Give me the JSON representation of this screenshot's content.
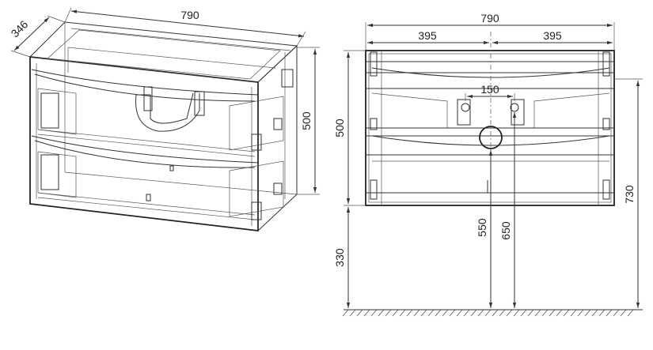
{
  "perspective_view": {
    "width_label": "790",
    "depth_label": "346",
    "height_label": "500"
  },
  "front_view": {
    "total_width_label": "790",
    "half_left_label": "395",
    "half_right_label": "395",
    "tap_spacing_label": "150",
    "body_height_label": "500",
    "mount_height_label": "330",
    "drain_height_label": "550",
    "tap_height_label": "650",
    "top_height_label": "730"
  }
}
